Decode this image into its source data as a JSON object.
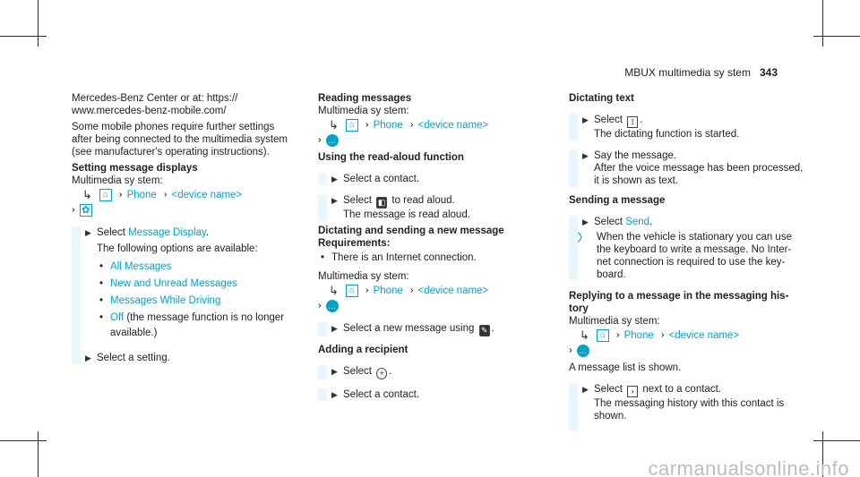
{
  "header": {
    "title": "MBUX multimedia sy stem",
    "page": "343"
  },
  "col1": {
    "intro1": "Mercedes-Benz Center or at: https://",
    "intro2": "www.mercedes-benz-mobile.com/",
    "intro3": "Some mobile phones require further settings",
    "intro4": "after being connected to the multimedia system",
    "intro5": "(see manufacturer's operating instructions).",
    "heading": "Setting message displays",
    "ms": "Multimedia sy stem:",
    "phone": "Phone",
    "device": "<device name>",
    "select": "Select",
    "select_link": "Message Display",
    "following": "The following options are available:",
    "options": [
      "All Messages",
      "New and Unread Messages",
      "Messages While Driving",
      "Off"
    ],
    "off_note": "(the message function is no longer",
    "off_note2": "available.)",
    "select_setting": "Select a setting."
  },
  "col2": {
    "heading": "Reading messages",
    "ms": "Multimedia sy stem:",
    "phone": "Phone",
    "device": "<device name>",
    "using_heading": "Using the read-aloud function",
    "step1": "Select a contact.",
    "step2a": "Select",
    "step2b": "to read aloud.",
    "step2c": "The message is read aloud.",
    "dict_heading": "Dictating and sending a new message",
    "req_heading": "Requirements:",
    "req1": "There is an Internet connection.",
    "ms2": "Multimedia sy stem:",
    "phone2": "Phone",
    "device2": "<device name>",
    "step3": "Select a new message using",
    "add_heading": "Adding a recipient",
    "step4": "Select",
    "step5": "Select a contact."
  },
  "col3": {
    "heading": "Dictating text",
    "s1a": "Select",
    "s1b": "The dictating function is started.",
    "s2a": "Say the message.",
    "s2b": "After the voice message has been processed,",
    "s2c": "it is shown as text.",
    "send_heading": "Sending a message",
    "s3a": "Select",
    "s3_link": "Send",
    "note1": "When the vehicle is stationary you can use",
    "note2": "the keyboard to write a message. No Inter-",
    "note3": "net connection is required to use the key-",
    "note4": "board.",
    "reply_heading1": "Replying to a message in the messaging his-",
    "reply_heading2": "tory",
    "ms": "Multimedia sy stem:",
    "phone": "Phone",
    "device": "<device name>",
    "list": "A message list is shown.",
    "s4a": "Select",
    "s4b": "next to a contact.",
    "s4c": "The messaging history with this contact is",
    "s4d": "shown."
  },
  "watermark": "carmanualsonline.info"
}
